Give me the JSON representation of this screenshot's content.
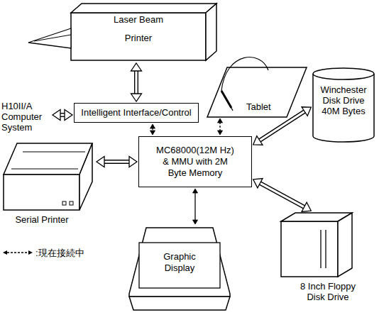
{
  "diagram": {
    "nodes": [
      {
        "text": [
          "Laser Beam Printer"
        ]
      },
      {
        "text": [
          "H10II/A Computer System"
        ]
      },
      {
        "text": [
          "Intelligent Interface/Control"
        ]
      },
      {
        "text": [
          "Tablet"
        ]
      },
      {
        "text": [
          "Winchester Disk Drive 40M Bytes"
        ]
      },
      {
        "text": [
          "MC68000(12M Hz) & MMU with 2M Byte Memory"
        ]
      },
      {
        "text": [
          "Serial Printer"
        ]
      },
      {
        "text": [
          "8 Inch Floppy Disk Drive"
        ]
      },
      {
        "text": [
          "Graphic Display"
        ]
      }
    ],
    "edges": [
      {
        "from": 0,
        "to": 2,
        "arrow": "both"
      },
      {
        "from": 1,
        "to": 2,
        "arrow": "both"
      },
      {
        "from": 2,
        "to": 5,
        "arrow": "both"
      },
      {
        "from": 3,
        "to": 5,
        "arrow": "both"
      },
      {
        "from": 5,
        "to": 4,
        "arrow": "both"
      },
      {
        "from": 6,
        "to": 5,
        "arrow": "both"
      },
      {
        "from": 5,
        "to": 7,
        "arrow": "both"
      },
      {
        "from": 5,
        "to": 8,
        "arrow": "both"
      }
    ],
    "legend": [
      {
        "text": ":現在接続中"
      }
    ]
  }
}
